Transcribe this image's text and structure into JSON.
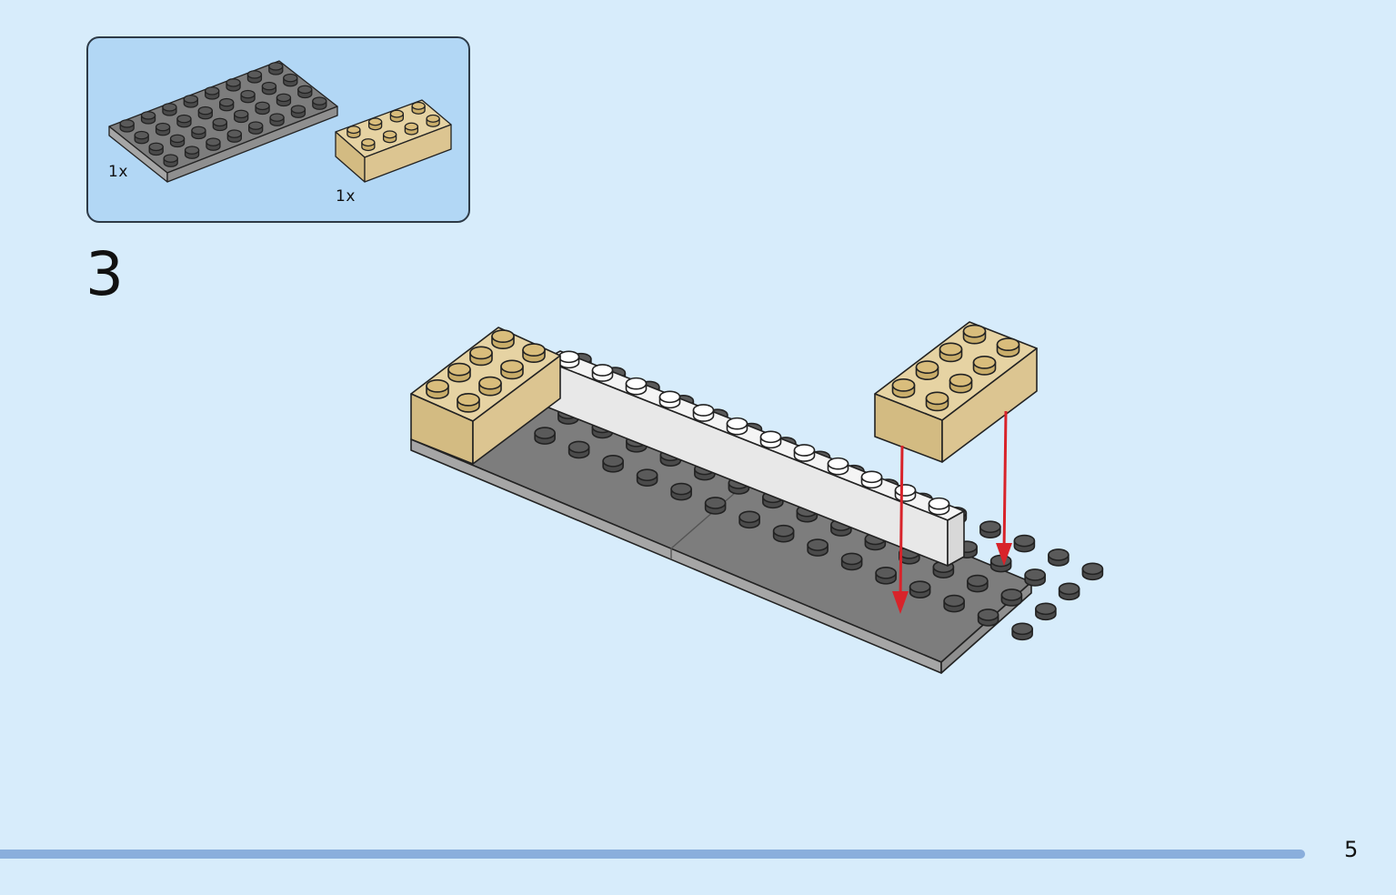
{
  "parts_list": {
    "items": [
      {
        "name": "gray-plate-4x8",
        "quantity": "1x",
        "color": "#8c8c8c"
      },
      {
        "name": "tan-brick-2x4",
        "quantity": "1x",
        "color": "#dcc591"
      }
    ]
  },
  "step": {
    "number": "3"
  },
  "colors": {
    "background": "#d7ecfb",
    "panel": "#b2d7f5",
    "gray_plate": "#8c8c8c",
    "tan_brick": "#dcc591",
    "white_brick": "#ffffff",
    "arrow": "#d8232a",
    "progress": "#8aaedc"
  },
  "footer": {
    "page_number": "5"
  }
}
